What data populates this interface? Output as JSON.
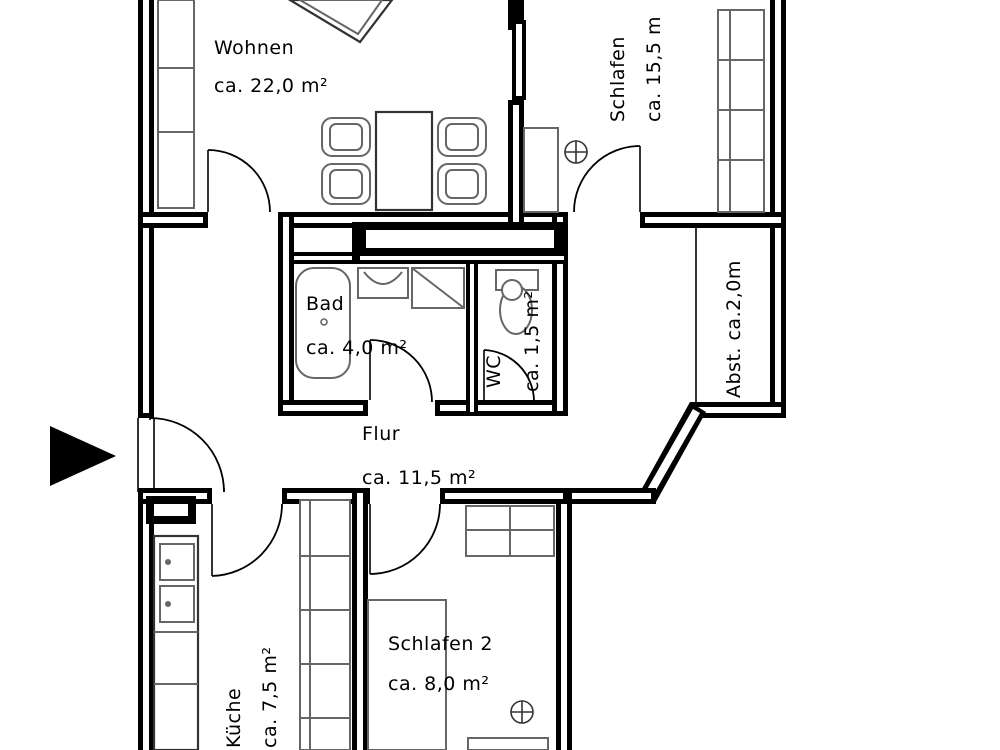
{
  "rooms": {
    "wohnen": {
      "name": "Wohnen",
      "area": "ca. 22,0 m²"
    },
    "schlafen": {
      "name": "Schlafen",
      "area": "ca. 15,5 m"
    },
    "bad": {
      "name": "Bad",
      "area": "ca. 4,0 m²"
    },
    "wc": {
      "name": "WC",
      "area": "ca. 1,5 m²"
    },
    "abst": {
      "name": "Abst. ca.2,0m"
    },
    "flur": {
      "name": "Flur",
      "area": "ca. 11,5 m²"
    },
    "kueche": {
      "name": "Küche",
      "area": "ca. 7,5 m²"
    },
    "schlafen2": {
      "name": "Schlafen 2",
      "area": "ca. 8,0 m²"
    }
  },
  "colors": {
    "wall": "#000000",
    "furniture": "#666666",
    "background": "#ffffff"
  },
  "icons": {
    "entrance": "entrance-arrow-icon",
    "socket": "socket-icon"
  }
}
